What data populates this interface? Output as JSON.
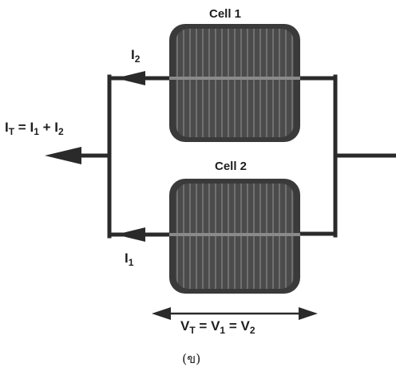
{
  "cells": {
    "top": {
      "title": "Cell 1"
    },
    "bottom": {
      "title": "Cell 2"
    }
  },
  "currents": {
    "total": {
      "lhs_main": "I",
      "lhs_sub": "T",
      "eq": " = ",
      "t1_main": "I",
      "t1_sub": "1",
      "plus": " + ",
      "t2_main": "I",
      "t2_sub": "2"
    },
    "top_branch": {
      "main": "I",
      "sub": "2"
    },
    "bottom_branch": {
      "main": "I",
      "sub": "1"
    }
  },
  "voltage": {
    "v_main": "V",
    "v_sub_t": "T",
    "eq1": " = ",
    "v1_main": "V",
    "v1_sub": "1",
    "eq2": " = ",
    "v2_main": "V",
    "v2_sub": "2"
  },
  "caption": "(ข)",
  "colors": {
    "wire": "#2a2a2a",
    "cell_fill": "#4a4a4a",
    "cell_dark": "#3a3a3a",
    "finger": "#6e6e6e",
    "busbar": "#9a9a9a"
  }
}
